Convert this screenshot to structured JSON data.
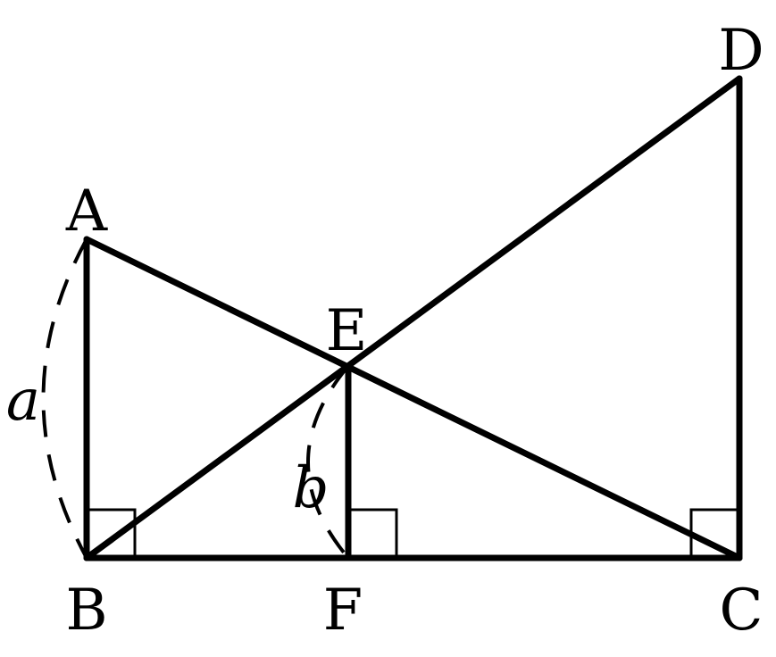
{
  "figure": {
    "points": {
      "A": "A",
      "B": "B",
      "C": "C",
      "D": "D",
      "E": "E",
      "F": "F"
    },
    "lengths": {
      "a": "a",
      "b": "b"
    }
  }
}
